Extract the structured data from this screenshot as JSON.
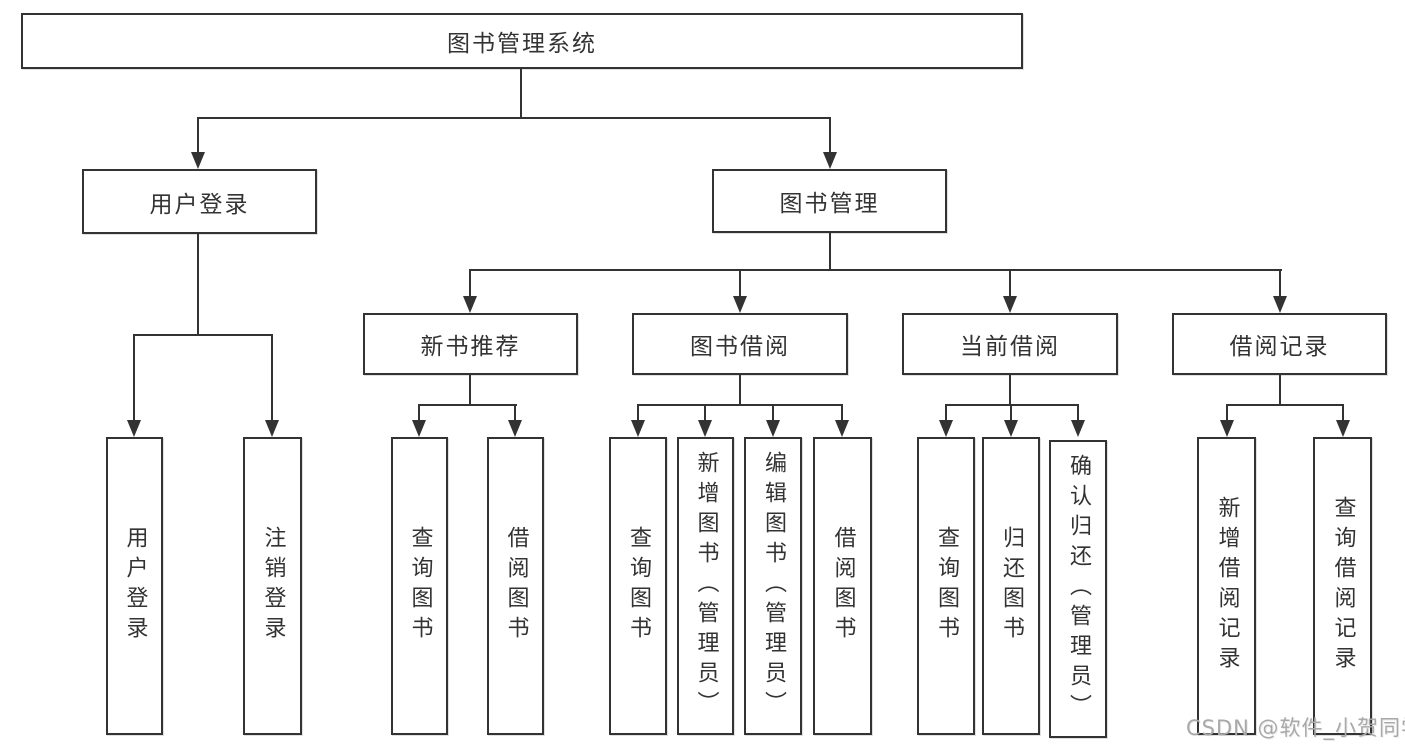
{
  "diagram": {
    "title": "图书管理系统",
    "watermark": "CSDN @软件_小贺同学",
    "branches": {
      "login": {
        "label": "用户登录",
        "children": [
          "用户登录",
          "注销登录"
        ]
      },
      "management": {
        "label": "图书管理",
        "sections": [
          {
            "label": "新书推荐",
            "children": [
              "查询图书",
              "借阅图书"
            ]
          },
          {
            "label": "图书借阅",
            "children": [
              "查询图书",
              "新增图书（管理员）",
              "编辑图书（管理员）",
              "借阅图书"
            ]
          },
          {
            "label": "当前借阅",
            "children": [
              "查询图书",
              "归还图书",
              "确认归还（管理员）"
            ]
          },
          {
            "label": "借阅记录",
            "children": [
              "新增借阅记录",
              "查询借阅记录"
            ]
          }
        ]
      }
    },
    "colors": {
      "line": "#333333",
      "text": "#333333",
      "watermark": "#a9a9a9",
      "background": "#ffffff"
    }
  }
}
